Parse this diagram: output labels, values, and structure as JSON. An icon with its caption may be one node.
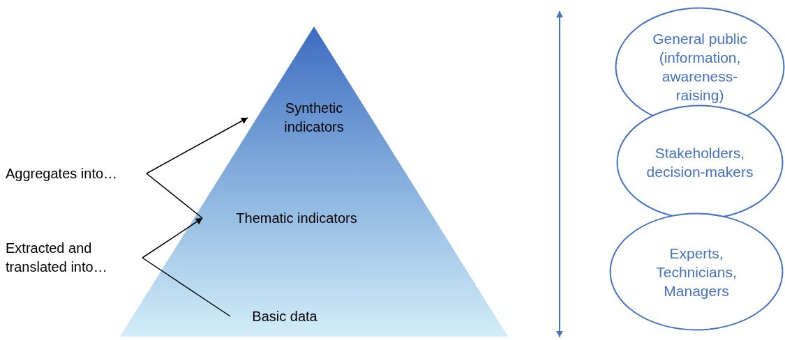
{
  "diagram": {
    "nodes": [
      {
        "text": [],
        "shape": "triangle"
      },
      {
        "text": [
          "Synthetic indicators"
        ],
        "in": 0
      },
      {
        "text": [
          "Thematic indicators"
        ],
        "in": 0
      },
      {
        "text": [
          "Basic data"
        ],
        "in": 0
      },
      {
        "text": [
          "Aggregates into…"
        ]
      },
      {
        "text": [
          "Extracted and translated into…"
        ]
      },
      {
        "text": [
          "General public (information, awareness-raising)"
        ]
      },
      {
        "text": [
          "Stakeholders, decision-makers"
        ]
      },
      {
        "text": [
          "Experts, Technicians, Managers"
        ]
      }
    ],
    "edges": [
      {
        "from": 4,
        "to": 1,
        "arrow": "to"
      },
      {
        "from": 4,
        "to": 2,
        "arrow": "none"
      },
      {
        "from": 5,
        "to": 2,
        "arrow": "to"
      },
      {
        "from": 5,
        "to": 3,
        "arrow": "none"
      }
    ]
  }
}
